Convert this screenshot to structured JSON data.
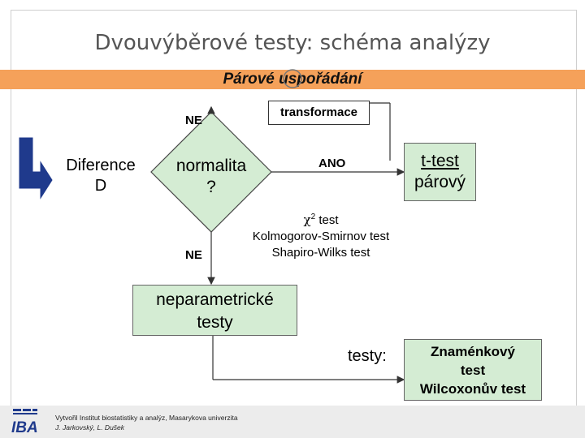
{
  "title": "Dvouvýběrové testy: schéma analýzy",
  "subtitle": "Párové uspořádání",
  "diagram": {
    "input_label_line1": "Diference",
    "input_label_line2": "D",
    "decision_line1": "normalita",
    "decision_line2": "?",
    "no_top": "NE",
    "no_bottom": "NE",
    "yes": "ANO",
    "transform": "transformace",
    "ttest_line1": "t-test",
    "ttest_line2": "párový",
    "chi_symbol": "χ",
    "chi_sup": "2",
    "chi_text": "test",
    "ks_test": "Kolmogorov-Smirnov test",
    "sw_test": "Shapiro-Wilks test",
    "nonparam_line1": "neparametrické",
    "nonparam_line2": "testy",
    "tests_label": "testy:",
    "sign_line1": "Znaménkový",
    "sign_line2": "test",
    "wilcoxon": "Wilcoxonův test"
  },
  "footer": {
    "logo": "IBA",
    "line1": "Vytvořil Institut biostatistiky a analýz, Masarykova univerzita",
    "line2": "J. Jarkovský, L. Dušek"
  },
  "colors": {
    "accent_bar": "#f5a15a",
    "box_fill": "#d4ecd3",
    "arrow_blue": "#1f3a8c",
    "logo_blue": "#1f3a8c"
  }
}
